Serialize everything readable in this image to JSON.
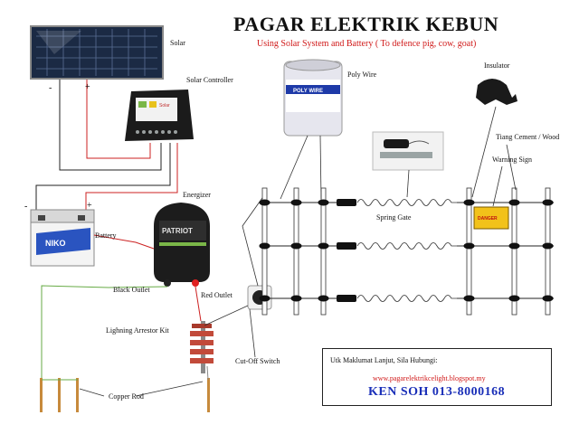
{
  "title": "PAGAR ELEKTRIK KEBUN",
  "subtitle": "Using Solar System and Battery ( To defence pig, cow, goat)",
  "labels": {
    "solar": "Solar",
    "solar_controller": "Solar Controller",
    "poly_wire": "Poly Wire",
    "insulator": "Insulator",
    "tiang": "Tiang Cement / Wood",
    "warning_sign": "Warning Sign",
    "energizer": "Energizer",
    "battery": "Battery",
    "spring_gate": "Spring Gate",
    "black_outlet": "Black Outlet",
    "red_outlet": "Red Outlet",
    "lightning_arrestor": "Lighning Arrestor Kit",
    "cutoff_switch": "Cut-Off Switch",
    "copper_rod": "Copper Rod",
    "minus": "-",
    "plus": "+"
  },
  "product_text": {
    "poly_wire_label": "POLY WIRE",
    "battery_brand": "NIKO",
    "energizer_brand": "PATRIOT",
    "controller_brand": "Solar",
    "warning_text": "DANGER"
  },
  "contact": {
    "heading": "Utk Maklumat Lanjut, Sila Hubungi:",
    "website": "www.pagarelektrikcelight.blogspot.my",
    "name_phone": "KEN SOH  013-8000168"
  },
  "colors": {
    "wire_black": "#222222",
    "wire_red": "#cc2222",
    "ground_green": "#66aa44",
    "title_red": "#d01818",
    "contact_blue": "#1a2fb8"
  }
}
